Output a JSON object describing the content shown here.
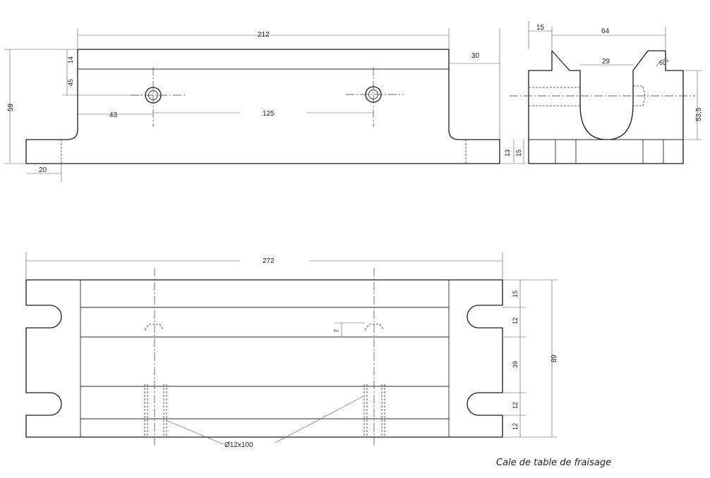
{
  "front_view": {
    "dims": {
      "overall_length": "212",
      "height": "59",
      "top_thickness": "14",
      "hole_depth": "45",
      "right_step": "30",
      "hole_from_left": "43",
      "hole_spacing": "125",
      "foot_width": "20",
      "foot_height_a": "13",
      "foot_height_b": "15"
    }
  },
  "side_view": {
    "dims": {
      "left_offset": "15",
      "overall_width": "64",
      "slot_width": "29",
      "dovetail_angle": "60°",
      "height": "53,5"
    }
  },
  "top_view": {
    "dims": {
      "overall_length": "272",
      "total_width": "89",
      "row_1": "15",
      "row_2": "12",
      "row_3": "39",
      "row_4": "12",
      "row_5": "12",
      "chamfer": "7"
    },
    "callout": "Ø12x100"
  },
  "title": "Cale de table de fraisage"
}
